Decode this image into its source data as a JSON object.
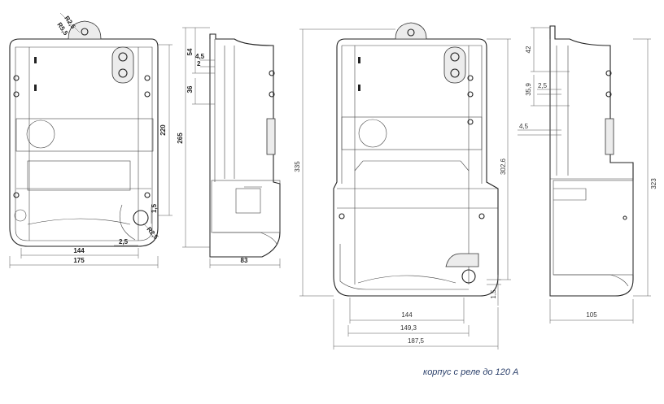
{
  "caption": "корпус с реле до 120 А",
  "view1": {
    "radius_top_1": "R2,5",
    "radius_top_2": "R5,5",
    "radius_bottom": "R2,5",
    "height_220": "220",
    "width_144": "144",
    "width_175": "175",
    "dim_2_5": "2,5",
    "dim_1_5": "1,5"
  },
  "view2": {
    "dim_54": "54",
    "dim_4_5": "4,5",
    "dim_2": "2",
    "dim_36": "36",
    "height_265": "265",
    "depth_83": "83"
  },
  "view3": {
    "height_335": "335",
    "height_302_6": "302,6",
    "width_144": "144",
    "width_149_3": "149,3",
    "width_187_5": "187,5",
    "dim_1_5": "1,5"
  },
  "view4": {
    "dim_42": "42",
    "dim_35_9": "35,9",
    "dim_2_5": "2,5",
    "dim_4_5": "4,5",
    "height_323": "323",
    "depth_105": "105"
  }
}
